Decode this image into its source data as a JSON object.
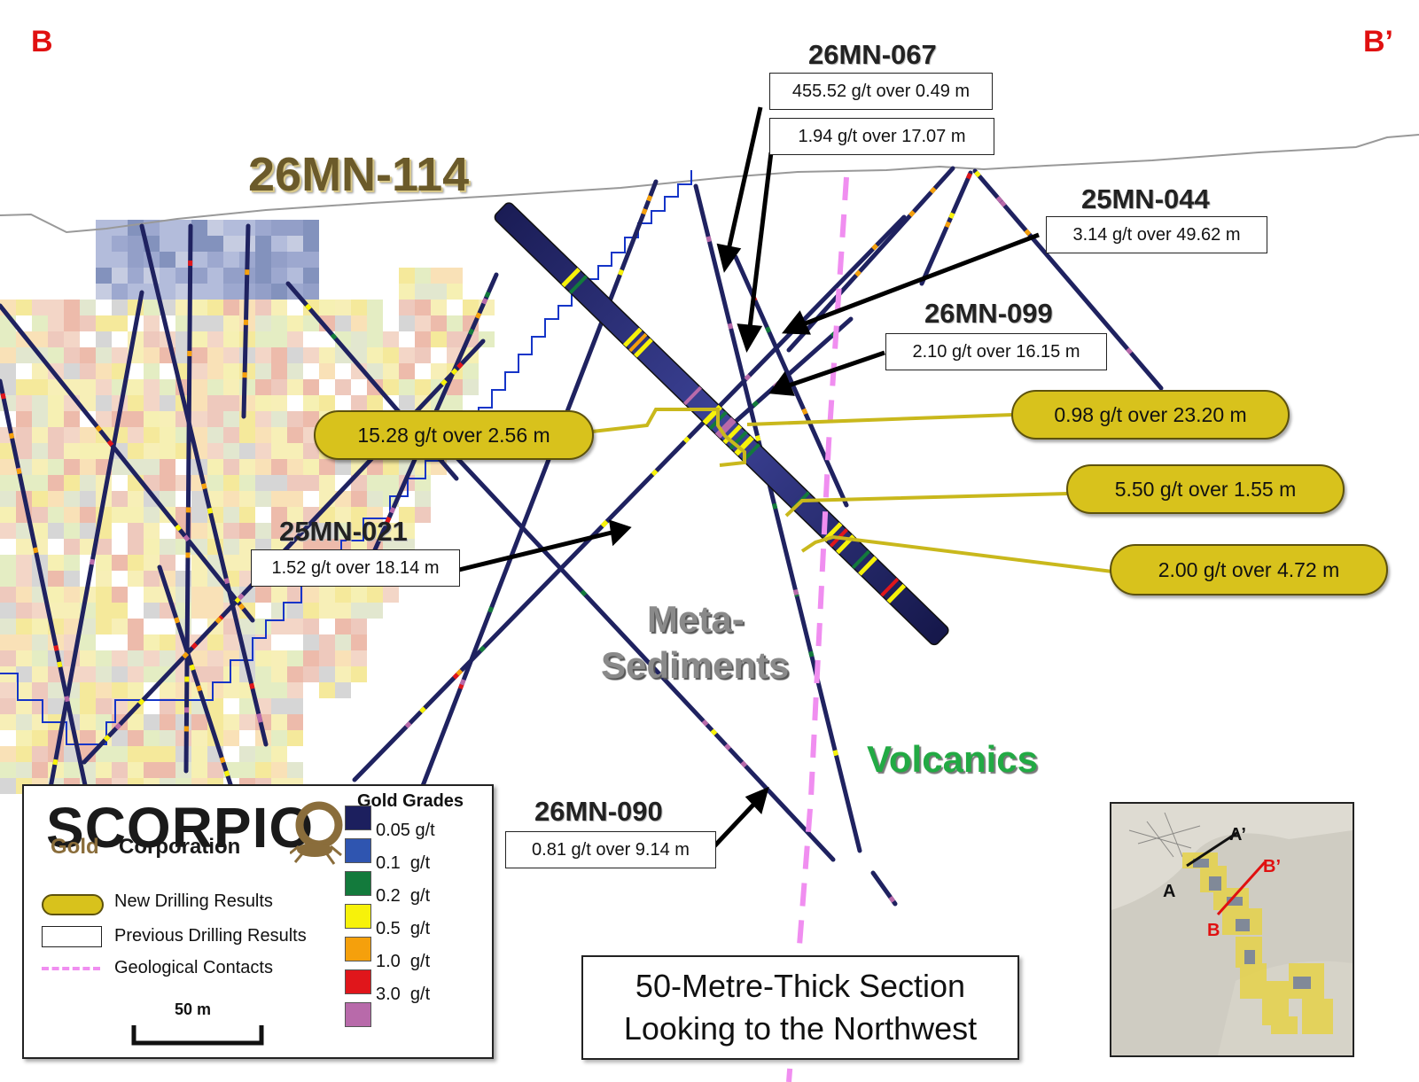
{
  "section_ends": {
    "left": "B",
    "right": "B’"
  },
  "holes": {
    "h067": "26MN-067",
    "h114": "26MN-114",
    "h044": "25MN-044",
    "h099": "26MN-099",
    "h021": "25MN-021",
    "h090": "26MN-090"
  },
  "previous_results": {
    "r067a": "455.52 g/t over 0.49 m",
    "r067b": "1.94 g/t over 17.07 m",
    "r044": "3.14 g/t over  49.62 m",
    "r099": "2.10 g/t over  16.15 m",
    "r021": "1.52 g/t over 18.14 m",
    "r090": "0.81 g/t over 9.14 m"
  },
  "new_results": {
    "n1": "15.28 g/t over 2.56 m",
    "n2": "0.98 g/t over 23.20 m",
    "n3": "5.50 g/t over 1.55 m",
    "n4": "2.00 g/t over 4.72 m"
  },
  "units": {
    "meta1": "Meta-",
    "meta2": "Sediments",
    "volcanics": "Volcanics"
  },
  "legend": {
    "logo_main": "SCORPIO",
    "logo_gold": "Gold",
    "logo_corp": "Corporation",
    "new_drilling": "New Drilling Results",
    "previous_drilling": "Previous Drilling Results",
    "contacts": "Geological Contacts",
    "scale": "50 m",
    "grades_title": "Gold Grades",
    "grades": [
      {
        "label": "0.05 g/t",
        "color": "#1c1f5e"
      },
      {
        "label": "0.1  g/t",
        "color": "#2f55b0"
      },
      {
        "label": "0.2  g/t",
        "color": "#137a3c"
      },
      {
        "label": "0.5  g/t",
        "color": "#f7f20a"
      },
      {
        "label": "1.0  g/t",
        "color": "#f5a00c"
      },
      {
        "label": "3.0  g/t",
        "color": "#e0161b"
      },
      {
        "label": "",
        "color": "#b86aaa"
      }
    ]
  },
  "section_caption": {
    "line1": "50-Metre-Thick Section",
    "line2": "Looking to the Northwest"
  },
  "inset": {
    "a": "A",
    "a_prime": "A’",
    "b": "B",
    "b_prime": "B’"
  },
  "colors": {
    "new_result_fill": "#d8c21c",
    "contact_line": "#f08ef0",
    "volcanics_text": "#22aa44",
    "corner_labels": "#e01010",
    "drill_hole": "#1f2260"
  }
}
